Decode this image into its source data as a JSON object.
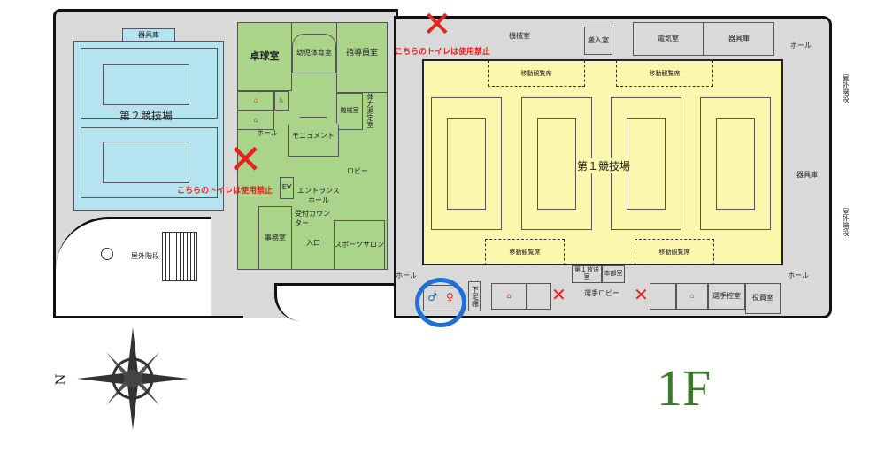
{
  "floor_label": "1F",
  "compass": {
    "north_label": "N"
  },
  "colors": {
    "gym2": "#b5e3f0",
    "center": "#a9d48a",
    "gym1": "#fbf7ad",
    "warning": "#e8231f",
    "highlight": "#1f6fd6",
    "floor_label": "#3a7a2a"
  },
  "rooms": {
    "gym2": "第２競技場",
    "gym2_storage": "器具庫",
    "outdoor_stairs_left": "屋外階段",
    "table_tennis": "卓球室",
    "kids_gym": "幼児体育室",
    "instructor": "指導員室",
    "fitness_test": "体力測定室",
    "machine_small": "機械室",
    "hall_left": "ホール",
    "monument": "モニュメント",
    "lobby": "ロビー",
    "entrance_hall": "エントランスホール",
    "ev": "EV",
    "reception": "受付カウンター",
    "office": "事務室",
    "entrance": "入口",
    "sports_salon": "スポーツサロン",
    "gym1": "第１競技場",
    "machine_room": "機械室",
    "carry_in": "搬入室",
    "electrical": "電気室",
    "storage_top": "器具庫",
    "hall_top_right": "ホール",
    "mobile_seats": [
      "移動観覧席",
      "移動観覧席",
      "移動観覧席",
      "移動観覧席"
    ],
    "storage_right": "器具庫",
    "outdoor_stairs_right_1": "屋外階段",
    "outdoor_stairs_right_2": "屋外階段",
    "hall_bottom_left": "ホール",
    "shoe_box": "下足棚",
    "broadcast": "第１放送室",
    "hq": "本部室",
    "athlete_lobby": "選手ロビー",
    "athlete_waiting": "選手控室",
    "officials": "役員室",
    "hall_bottom_right": "ホール"
  },
  "warnings": [
    "こちらのトイレは使用禁止",
    "こちらのトイレは使用禁止"
  ],
  "marks": {
    "x": "✕",
    "male": "♂",
    "female": "♀",
    "hanger": "⌂",
    "wheelchair": "♿"
  }
}
